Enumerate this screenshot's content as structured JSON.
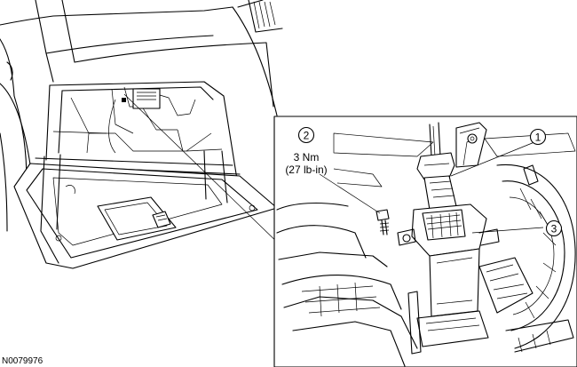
{
  "figure": {
    "id": "N0079976"
  },
  "callouts": [
    {
      "number": "1"
    },
    {
      "number": "2",
      "lines": [
        "3 Nm",
        "(27 lb-in)"
      ]
    },
    {
      "number": "3"
    }
  ]
}
